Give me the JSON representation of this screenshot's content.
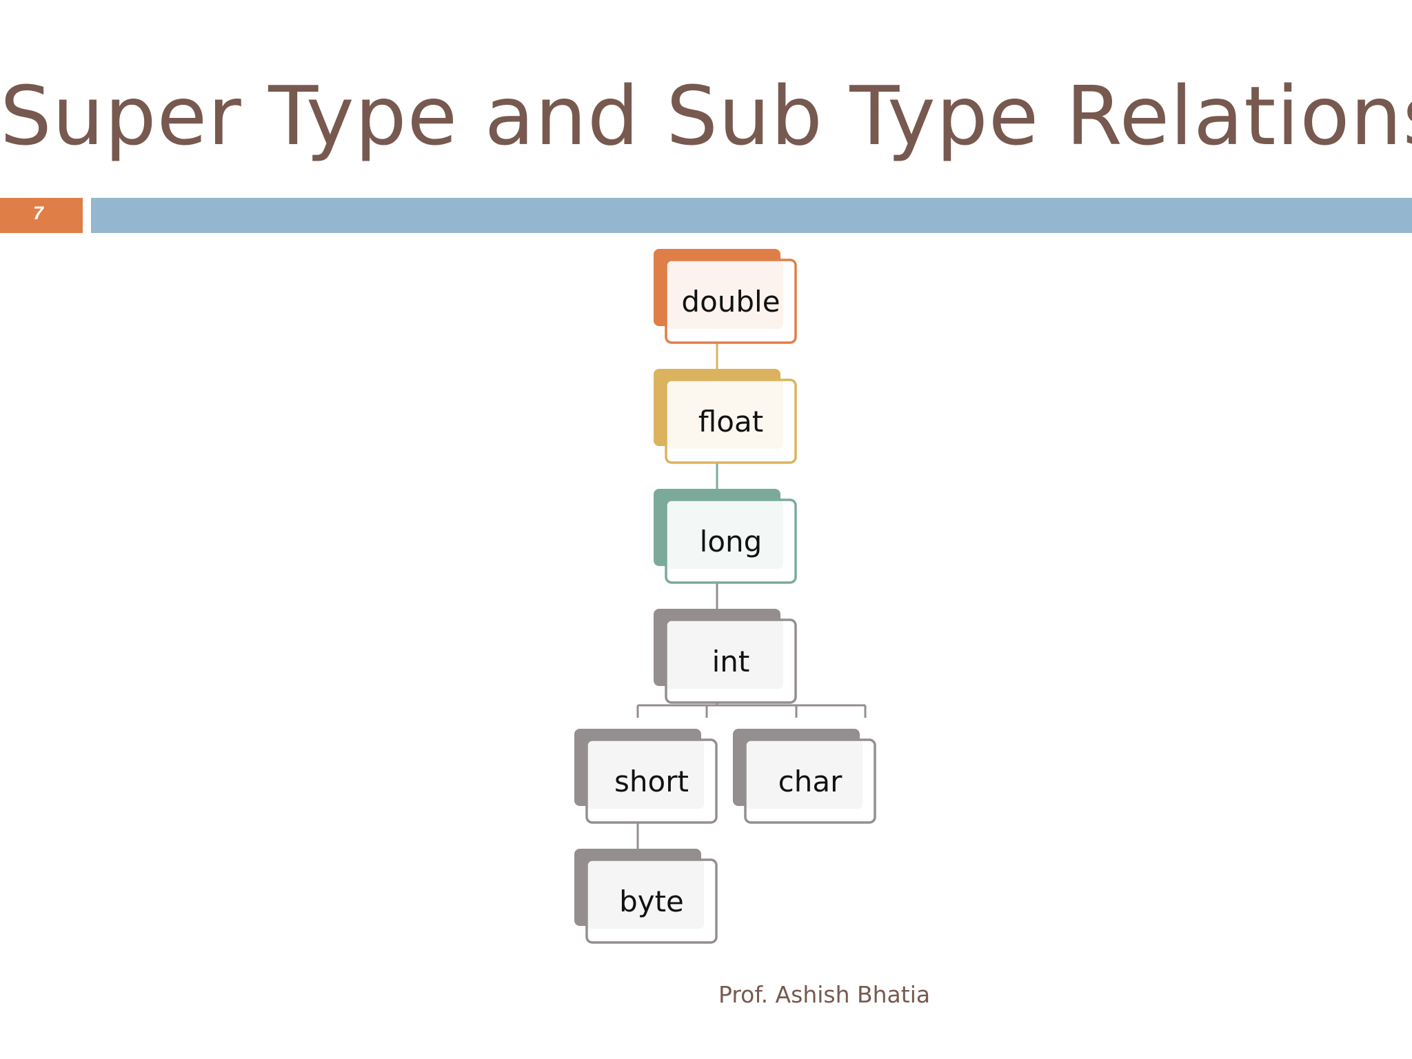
{
  "slide": {
    "title": "Super Type and Sub Type Relations",
    "number": "7",
    "footer": "Prof. Ashish Bhatia"
  },
  "colors": {
    "title": "#77594f",
    "number_bar": "#e07e48",
    "accent_bar": "#94b6cf"
  },
  "hierarchy": {
    "nodes": [
      {
        "id": "double",
        "label": "double",
        "color": "#e07e48",
        "parent": null
      },
      {
        "id": "float",
        "label": "float",
        "color": "#dbb35e",
        "parent": "double"
      },
      {
        "id": "long",
        "label": "long",
        "color": "#7baa9b",
        "parent": "float"
      },
      {
        "id": "int",
        "label": "int",
        "color": "#958e8e",
        "parent": "long"
      },
      {
        "id": "short",
        "label": "short",
        "color": "#958e8e",
        "parent": "int"
      },
      {
        "id": "char",
        "label": "char",
        "color": "#958e8e",
        "parent": "int"
      },
      {
        "id": "byte",
        "label": "byte",
        "color": "#958e8e",
        "parent": "short"
      }
    ]
  }
}
